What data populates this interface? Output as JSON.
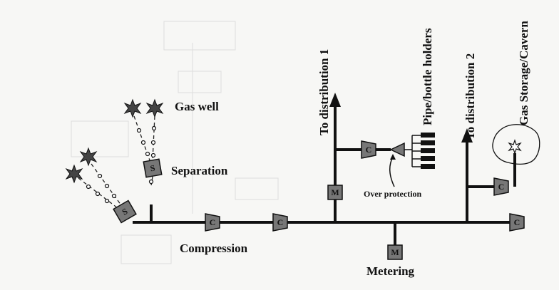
{
  "labels": {
    "gas_well": "Gas  well",
    "separation": "Separation",
    "compression": "Compression",
    "metering": "Metering",
    "over_protection": "Over protection",
    "to_distribution_1": "To distribution 1",
    "to_distribution_2": "To distribution 2",
    "pipe_bottle_holders": "Pipe/bottle holders",
    "gas_storage": "Gas Storage/Cavern"
  },
  "symbols": {
    "compressor": "C",
    "meter": "M",
    "separator": "S"
  }
}
